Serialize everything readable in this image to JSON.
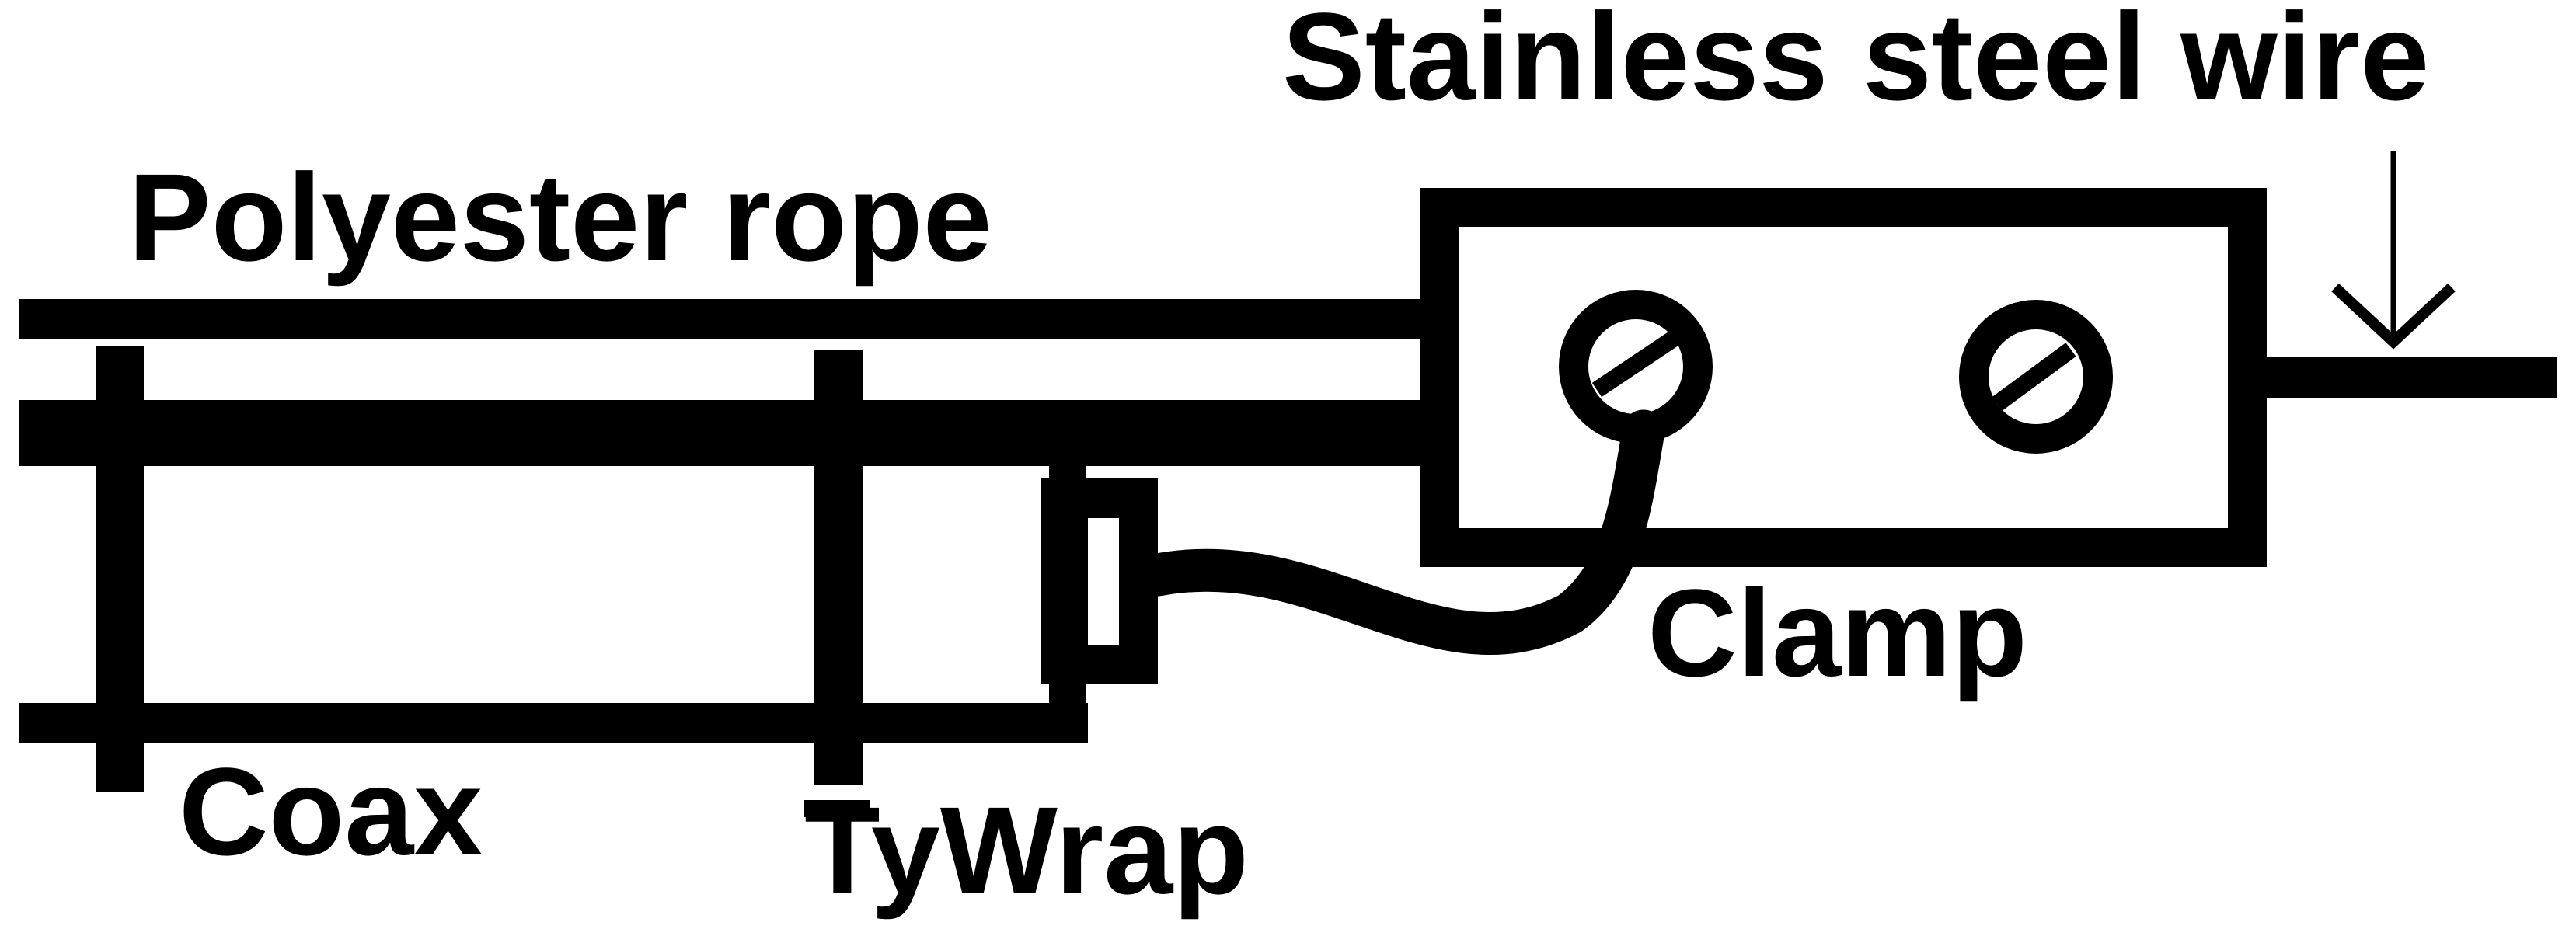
{
  "diagram": {
    "labels": {
      "stainless_steel_wire": "Stainless steel wire",
      "polyester_rope": "Polyester rope",
      "clamp": "Clamp",
      "coax": "Coax",
      "tywrap": "TyWrap"
    },
    "colors": {
      "ink": "#000000",
      "background": "#ffffff"
    }
  }
}
